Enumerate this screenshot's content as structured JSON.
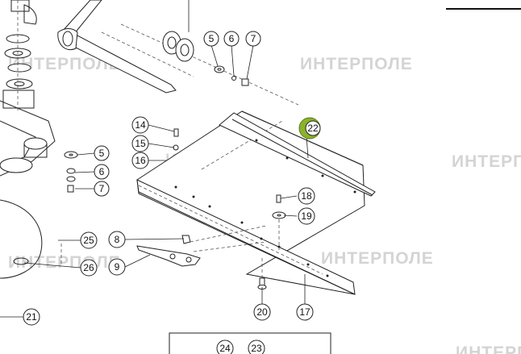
{
  "watermark": "ИНТЕРПОЛЕ",
  "accent_color": "#8ab32a",
  "callouts": [
    {
      "id": "c5a",
      "label": "5"
    },
    {
      "id": "c6a",
      "label": "6"
    },
    {
      "id": "c7a",
      "label": "7"
    },
    {
      "id": "c14",
      "label": "14"
    },
    {
      "id": "c15",
      "label": "15"
    },
    {
      "id": "c16",
      "label": "16"
    },
    {
      "id": "c5b",
      "label": "5"
    },
    {
      "id": "c6b",
      "label": "6"
    },
    {
      "id": "c7b",
      "label": "7"
    },
    {
      "id": "c22",
      "label": "22"
    },
    {
      "id": "c18",
      "label": "18"
    },
    {
      "id": "c19",
      "label": "19"
    },
    {
      "id": "c25",
      "label": "25"
    },
    {
      "id": "c8",
      "label": "8"
    },
    {
      "id": "c26",
      "label": "26"
    },
    {
      "id": "c9",
      "label": "9"
    },
    {
      "id": "c20",
      "label": "20"
    },
    {
      "id": "c17",
      "label": "17"
    },
    {
      "id": "c21",
      "label": "21"
    },
    {
      "id": "c24",
      "label": "24"
    },
    {
      "id": "c23",
      "label": "23"
    }
  ]
}
